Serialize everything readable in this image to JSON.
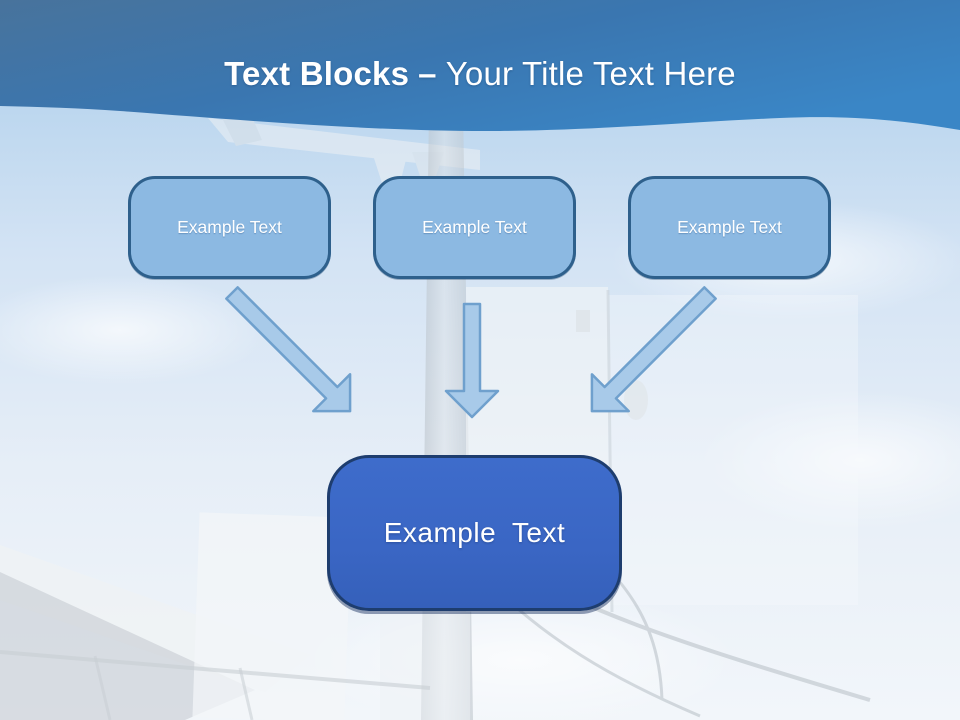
{
  "slide_title": {
    "emphasis": "Text Blocks",
    "separator": "–",
    "tail": "Your Title Text Here"
  },
  "diagram": {
    "top_blocks": [
      {
        "label": "Example Text"
      },
      {
        "label": "Example Text"
      },
      {
        "label": "Example Text"
      }
    ],
    "center_block": {
      "label": "Example Text"
    },
    "connectors": [
      {
        "name": "arrow-down-right",
        "from": "top-block-1",
        "to": "center-block"
      },
      {
        "name": "arrow-down",
        "from": "top-block-2",
        "to": "center-block"
      },
      {
        "name": "arrow-down-left",
        "from": "top-block-3",
        "to": "center-block"
      }
    ]
  },
  "colors": {
    "header_gradient_start": "#48739c",
    "header_gradient_mid": "#3a76b0",
    "header_gradient_end": "#3a86c6",
    "top_block_fill": "#8cb9e2",
    "top_block_border": "#2e608c",
    "arrow_fill": "#a8cae9",
    "arrow_stroke": "#6fa0cd",
    "center_block_fill": "#3b67c6",
    "center_block_border": "#1e3d6e",
    "title_text": "#ffffff",
    "block_text": "#ffffff"
  }
}
